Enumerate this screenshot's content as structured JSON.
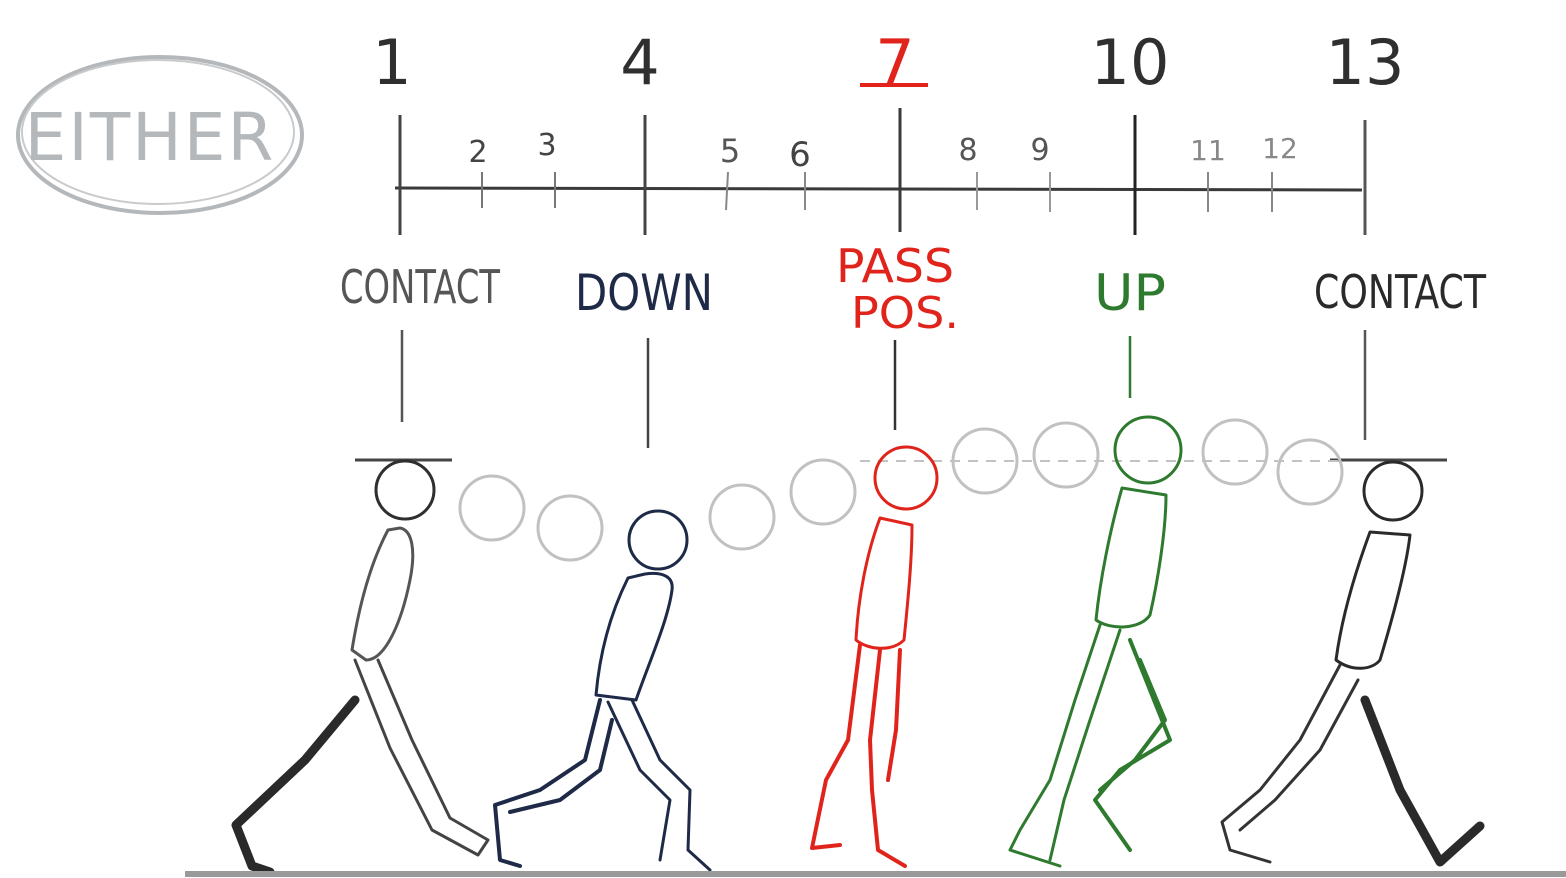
{
  "label": {
    "either": "EITHER"
  },
  "keys": [
    {
      "frame": "1",
      "pose": "CONTACT",
      "pose2": "",
      "color": "#3c3c3c"
    },
    {
      "frame": "4",
      "pose": "DOWN",
      "pose2": "",
      "color": "#1f2a48"
    },
    {
      "frame": "7",
      "pose": "PASS",
      "pose2": "POS.",
      "color": "#e0241c"
    },
    {
      "frame": "10",
      "pose": "UP",
      "pose2": "",
      "color": "#2e7a2e"
    },
    {
      "frame": "13",
      "pose": "CONTACT",
      "pose2": "",
      "color": "#2a2a2a"
    }
  ],
  "inbetweens": [
    "2",
    "3",
    "5",
    "6",
    "8",
    "9",
    "11",
    "12"
  ],
  "colors": {
    "ink": "#2f2f2f",
    "grey": "#b5b8bb",
    "red": "#e0241c",
    "green": "#2e7a2e",
    "blue": "#1f2a48"
  }
}
